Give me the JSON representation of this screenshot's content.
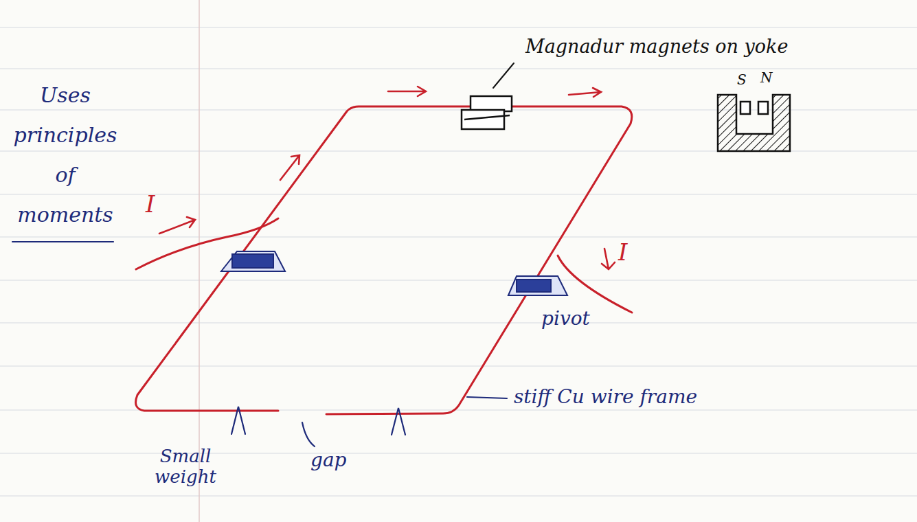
{
  "diagram": {
    "labels": [
      "Uses principles of moments",
      "Magnadur magnets on yoke",
      "S",
      "N",
      "I",
      "I",
      "pivot",
      "stiff Cu wire frame",
      "Small weight",
      "gap"
    ]
  }
}
